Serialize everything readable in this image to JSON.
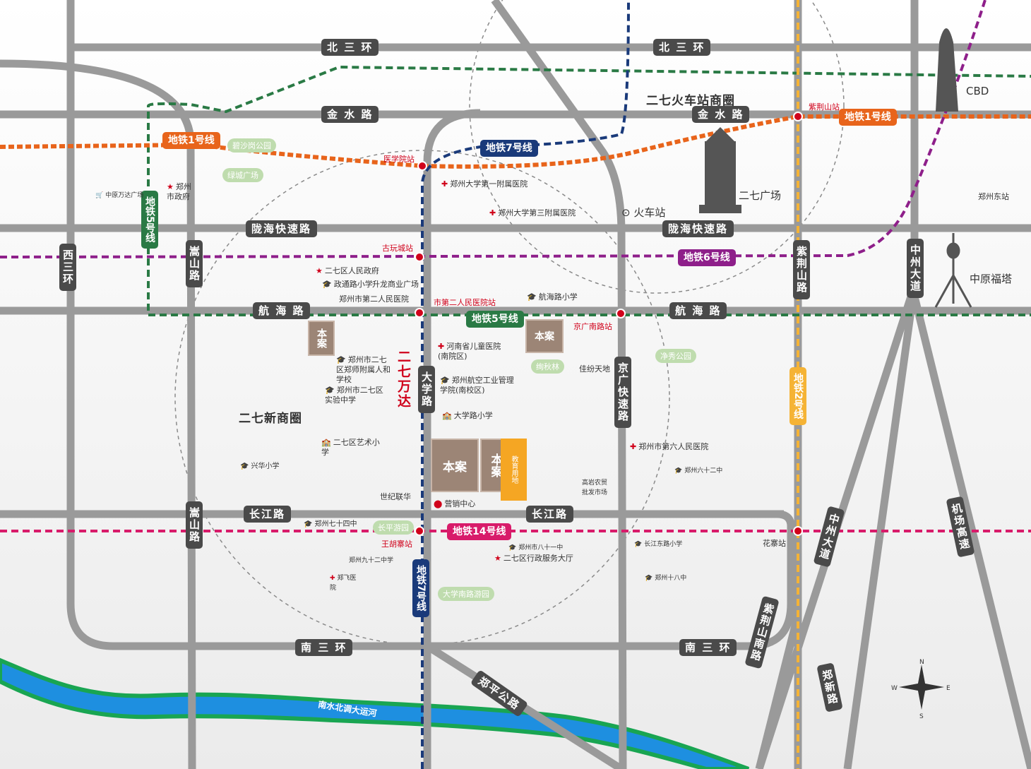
{
  "roads": {
    "north_third_ring_left": "北 三 环",
    "north_third_ring_right": "北 三 环",
    "jinshui_left": "金 水 路",
    "jinshui_right": "金 水 路",
    "longhai_left": "陇海快速路",
    "longhai_right": "陇海快速路",
    "hanghai_left": "航 海 路",
    "hanghai_right": "航 海 路",
    "changjiang_left": "长江路",
    "changjiang_right": "长江路",
    "south_third_ring_left": "南 三 环",
    "south_third_ring_right": "南 三 环",
    "west_third_ring": "西三环",
    "songshan_upper": "嵩山路",
    "songshan_lower": "嵩山路",
    "daxue": "大学路",
    "jingguang": "京广快速路",
    "zijingshan": "紫荆山路",
    "zhongzhou_upper": "中州大道",
    "zhongzhou_lower": "中州大道",
    "zijingshan_south": "紫荆山南路",
    "airport": "机场高速",
    "zhengxin": "郑新路",
    "zhengping": "郑平公路"
  },
  "metro": {
    "line1_left": "地铁1号线",
    "line1_right": "地铁1号线",
    "line7_upper": "地铁7号线",
    "line7_lower": "地铁7号线",
    "line5_left": "地铁5号线",
    "line5_mid": "地铁5号线",
    "line6": "地铁6号线",
    "line2": "地铁2号线",
    "line14": "地铁14号线",
    "colors": {
      "line1": "#e8641b",
      "line7": "#1a3a7a",
      "line5": "#2a7a45",
      "line6": "#8e1f8a",
      "line2": "#f5b335",
      "line14": "#d81b6a"
    }
  },
  "stations": {
    "yixueyuan": "医学院站",
    "zijingshan": "紫荆山站",
    "guwancheng": "古玩城站",
    "shidierrenmin": "市第二人民医院站",
    "jingguangnanlu": "京广南路站",
    "wanghuzhai": "王胡寨站",
    "huazhai": "花寨站"
  },
  "areas": {
    "erqi_train": "二七火车站商圈",
    "erqi_new": "二七新商圈",
    "cbd": "CBD",
    "erqi_square": "二七广场",
    "train_station": "火车站",
    "zhongyuan_tower": "中原福塔",
    "wanda": "二七万达"
  },
  "parks": {
    "bishagang": "碧沙岗公园",
    "lvcheng": "绿城广场",
    "xiulin": "绚秋林",
    "jingxiu": "净秀公园",
    "changping": "长平游园",
    "daxuenanlu": "大学南路游园"
  },
  "pois": {
    "hospital_1": "郑州大学第一附属医院",
    "hospital_3": "郑州大学第三附属医院",
    "gov": "郑州市政府",
    "wanda_mall": "中原万达广场",
    "east_station": "郑州东站",
    "erqi_gov": "二七区人民政府",
    "zhengtong": "政通路小学",
    "shenglong": "升龙商业广场",
    "second_hospital": "郑州市第二人民医院",
    "hanghai_school": "航海路小学",
    "normal_school": "郑州市二七区郑师附属人和学校",
    "children_hospital": "河南省儿童医院(南院区)",
    "jiafen": "佳纷天地",
    "aviation": "郑州航空工业管理学院(南校区)",
    "experimental": "郑州市二七区实验中学",
    "daxue_school": "大学路小学",
    "art_school": "二七区艺术小学",
    "sixth_hospital": "郑州市第六人民医院",
    "no62": "郑州六十二中",
    "xinghua": "兴华小学",
    "shiji": "世纪联华",
    "market": "高岩农贸批发市场",
    "sales": "营销中心",
    "no74": "郑州七十四中",
    "no81": "郑州市八十一中",
    "admin_center": "二七区行政服务大厅",
    "changjiang_east": "长江东路小学",
    "no92": "郑州九十二中学",
    "zhengfei": "郑飞医院",
    "no18": "郑州十八中"
  },
  "projects": {
    "label": "本案",
    "edu_land": "教育用地"
  },
  "river": "南水北调大运河",
  "compass": {
    "n": "N",
    "e": "E",
    "s": "S",
    "w": "W"
  }
}
